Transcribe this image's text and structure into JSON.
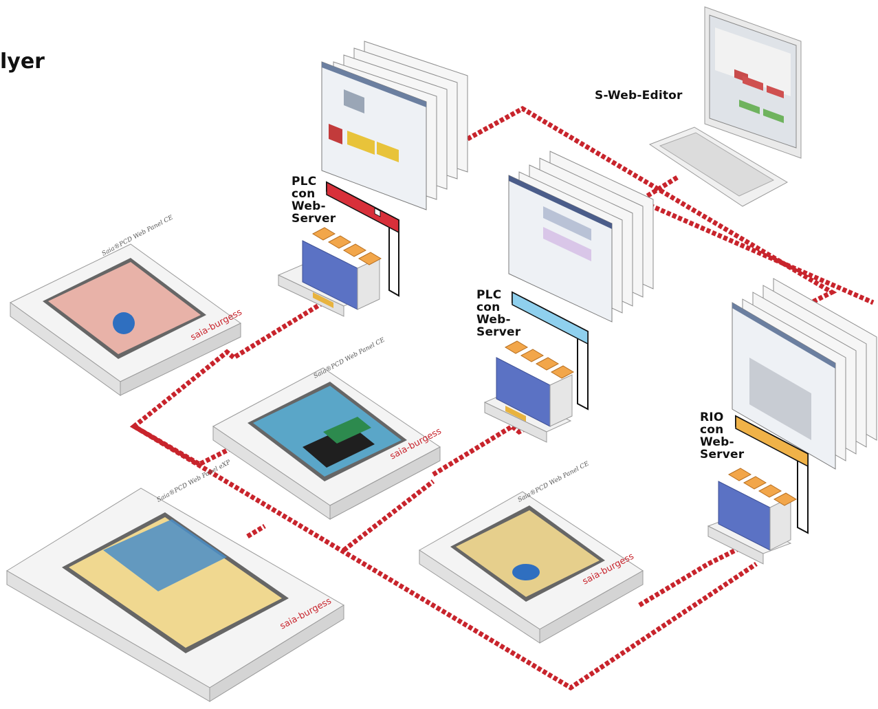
{
  "page": {
    "title_fragment": "lyer"
  },
  "labels": {
    "editor": "S-Web-Editor",
    "plc_red": "PLC\ncon\nWeb-\nServer",
    "plc_blue": "PLC\ncon\nWeb-\nServer",
    "rio_orange": "RIO\ncon\nWeb-\nServer"
  },
  "panels": [
    {
      "caption": "Saia®PCD Web Panel CE",
      "brand": "saia-burgess",
      "browser_icon": "internet-explorer-icon"
    },
    {
      "caption": "Saia®PCD Web Panel CE",
      "brand": "saia-burgess",
      "browser_icon": "netscape-icon"
    },
    {
      "caption": "Saia®PCD Web Panel eXP",
      "brand": "saia-burgess",
      "browser_icon": "internet-explorer-icon"
    },
    {
      "caption": "Saia®PCD Web Panel CE",
      "brand": "saia-burgess",
      "browser_icon": "internet-explorer-icon"
    }
  ],
  "colors": {
    "network_cable": "#c8242c",
    "plc_red_accent": "#d8303a",
    "plc_blue_accent": "#8fd0ee",
    "rio_orange_accent": "#f0b248",
    "module_blue": "#5b72c4",
    "module_orange": "#f2a64a"
  }
}
